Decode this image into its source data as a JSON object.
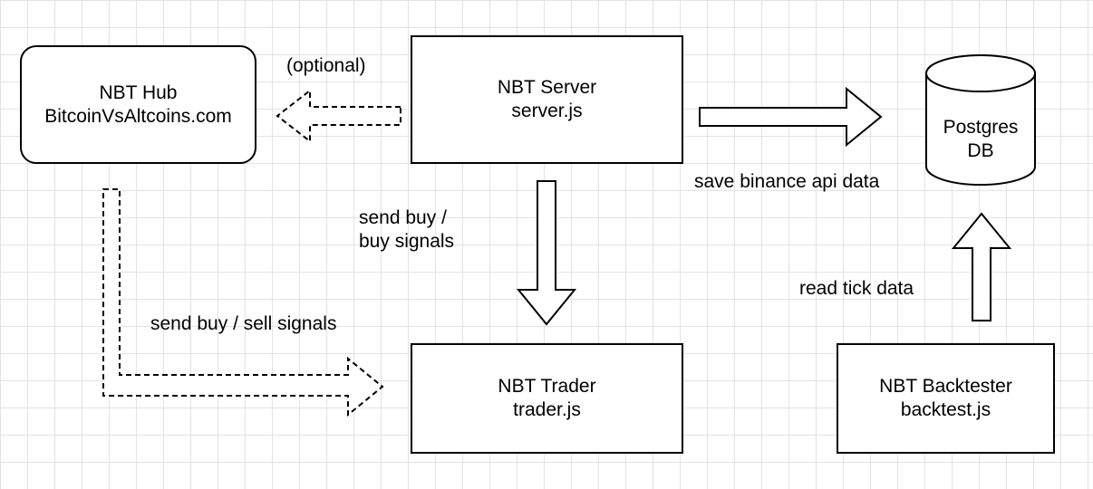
{
  "nodes": {
    "hub": {
      "title": "NBT Hub",
      "subtitle": "BitcoinVsAltcoins.com"
    },
    "server": {
      "title": "NBT Server",
      "subtitle": "server.js"
    },
    "trader": {
      "title": "NBT Trader",
      "subtitle": "trader.js"
    },
    "backtester": {
      "title": "NBT Backtester",
      "subtitle": "backtest.js"
    },
    "database": {
      "title": "Postgres",
      "subtitle": "DB"
    }
  },
  "edges": {
    "server_to_hub": {
      "label": "(optional)",
      "style": "dashed"
    },
    "server_to_db": {
      "label": "save binance api data",
      "style": "solid"
    },
    "server_to_trader": {
      "label_line1": "send buy /",
      "label_line2": "buy signals",
      "style": "solid"
    },
    "hub_to_trader": {
      "label": "send buy / sell signals",
      "style": "dashed"
    },
    "backtester_to_db": {
      "label": "read tick data",
      "style": "solid"
    }
  },
  "colors": {
    "background": "#ffffff",
    "grid": "#e3e3e3",
    "stroke": "#000000"
  }
}
